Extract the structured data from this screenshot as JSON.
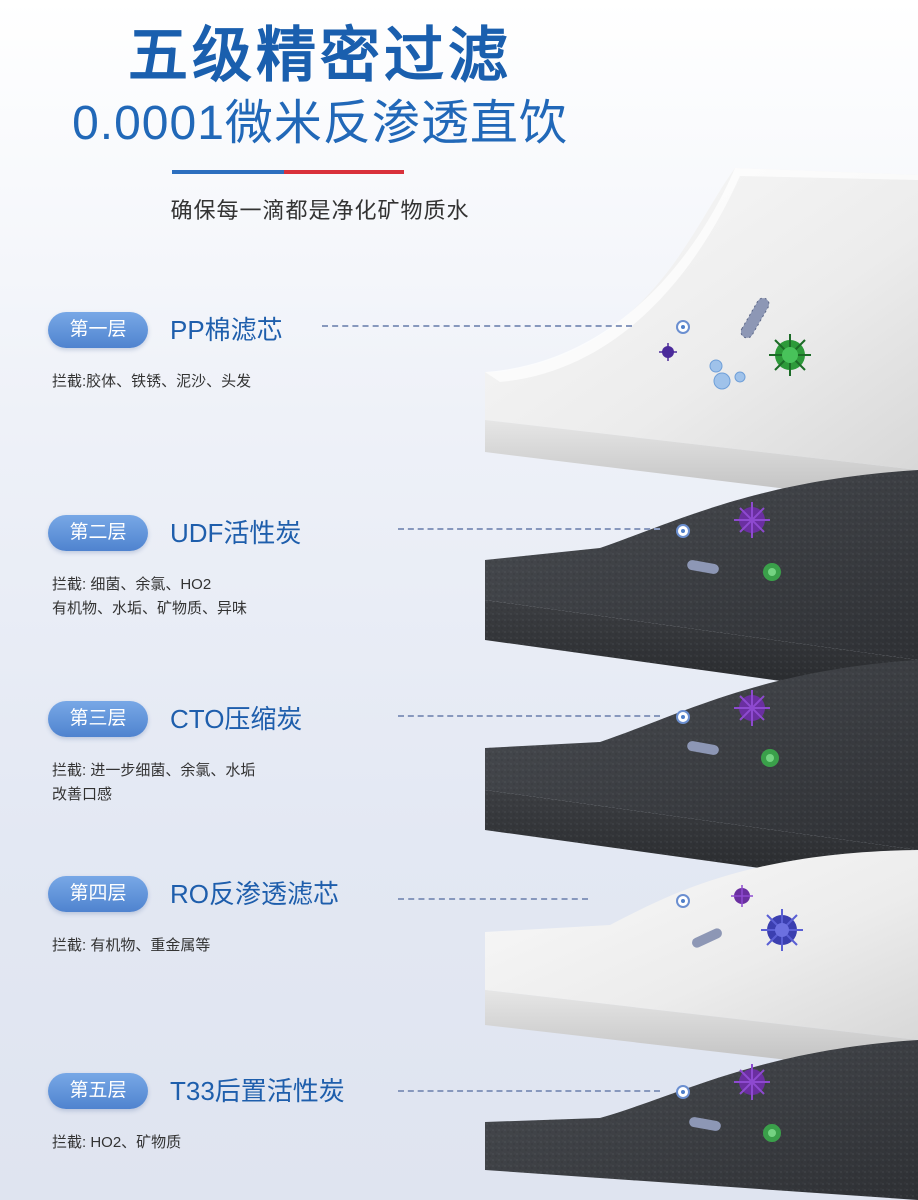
{
  "header": {
    "headline": "五级精密过滤",
    "subhead": "0.0001微米反渗透直饮",
    "tagline": "确保每一滴都是净化矿物质水",
    "bar_colors": [
      "#2d6fbf",
      "#d9313b"
    ]
  },
  "layers": [
    {
      "badge": "第一层",
      "name": "PP棉滤芯",
      "intercept": [
        "拦截:胶体、铁锈、泥沙、头发"
      ]
    },
    {
      "badge": "第二层",
      "name": "UDF活性炭",
      "intercept": [
        "拦截: 细菌、余氯、HO2",
        "有机物、水垢、矿物质、异味"
      ]
    },
    {
      "badge": "第三层",
      "name": "CTO压缩炭",
      "intercept": [
        "拦截: 进一步细菌、余氯、水垢",
        "改善口感"
      ]
    },
    {
      "badge": "第四层",
      "name": "RO反渗透滤芯",
      "intercept": [
        "拦截: 有机物、重金属等"
      ]
    },
    {
      "badge": "第五层",
      "name": "T33后置活性炭",
      "intercept": [
        "拦截: HO2、矿物质"
      ]
    }
  ],
  "colors": {
    "accent_blue": "#1e5eac",
    "badge_blue": "#5b8fd8",
    "white_layer": "#f2f2f2",
    "dark_layer": "#3a3d42",
    "virus_green": "#2d9a3a",
    "virus_purple": "#6a2fa0"
  },
  "icons": [
    "pointer-dot-icon",
    "virus-icon",
    "bacteria-icon",
    "bubble-icon"
  ]
}
